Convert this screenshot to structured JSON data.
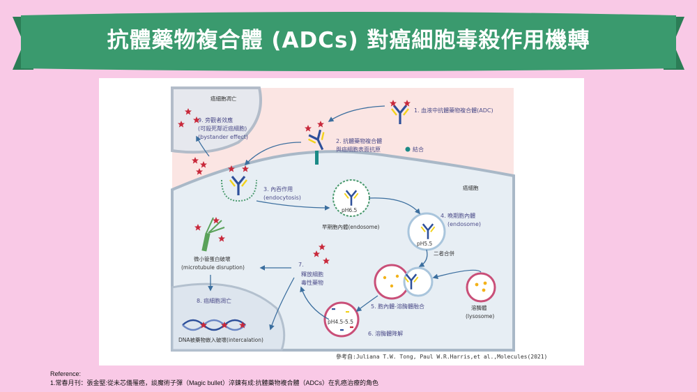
{
  "slide": {
    "title": "抗體藥物複合體 (ADCs) 對癌細胞毒殺作用機轉",
    "banner_color": "#3a9a6e",
    "banner_edge_color": "#2c7d56",
    "background_color": "#f9c9e6"
  },
  "diagram": {
    "labels": {
      "dead_cell_top": "癌細胞凋亡",
      "step1": "1. 血液中抗體藥物複合體(ADC)",
      "step2_line1": "2. 抗體藥物複合體",
      "step2_line2": "與癌細胞表面抗原",
      "step2_line3": "結合",
      "step3_line1": "3. 內吞作用",
      "step3_line2": "(endocytosis)",
      "cancer_cell": "癌細胞",
      "ph_early": "pH6.5",
      "early_endosome": "早期胞內體(endosome)",
      "step4_line1": "4. 晚期胞內體",
      "step4_line2": "(endosome)",
      "ph_late": "pH5.5",
      "merge": "二者合併",
      "step9_line1": "9. 旁觀者效應",
      "step9_line2": "(可殺死鄰近癌細胞)",
      "step9_line3": "(bystander effect)",
      "microtubule_line1": "微小管蛋白破壞",
      "microtubule_line2": "(microtubule disruption)",
      "step7_line1": "7.",
      "step7_line2": "釋放細胞",
      "step7_line3": "毒性藥物",
      "step8": "8. 癌細胞凋亡",
      "dna": "DNA被藥物嵌入破壞(intercalation)",
      "step5": "5. 胞內體-溶酶體融合",
      "lysosome_line1": "溶酶體",
      "lysosome_line2": "(lysosome)",
      "ph_lyso": "pH4.5-5.5",
      "step6": "6. 溶酶體降解",
      "reference": "參考自:Juliana T.W. Tong, Paul W.R.Harris,et al.,Molecules(2021)"
    },
    "colors": {
      "extracellular": "#fbe5e3",
      "cell": "#e7eef4",
      "arrow": "#3b6e9e",
      "antibody_blue": "#2d4f9a",
      "linker_yellow": "#f2d21a",
      "payload_red": "#c8283a",
      "antigen_teal": "#1b8a86",
      "lysosome": "#c94f78"
    },
    "icons": [
      "antibody-icon",
      "payload-star-icon",
      "antigen-icon",
      "microtubule-icon",
      "dna-helix-icon"
    ]
  },
  "reference_block": {
    "heading": "Reference:",
    "line1": "1.常春月刊：張金堅:從未芯儀罹癌，談魔術子彈（Magic bullet）淬鍊有成:抗體藥物複合體（ADCs）在乳癌治療的角色"
  }
}
